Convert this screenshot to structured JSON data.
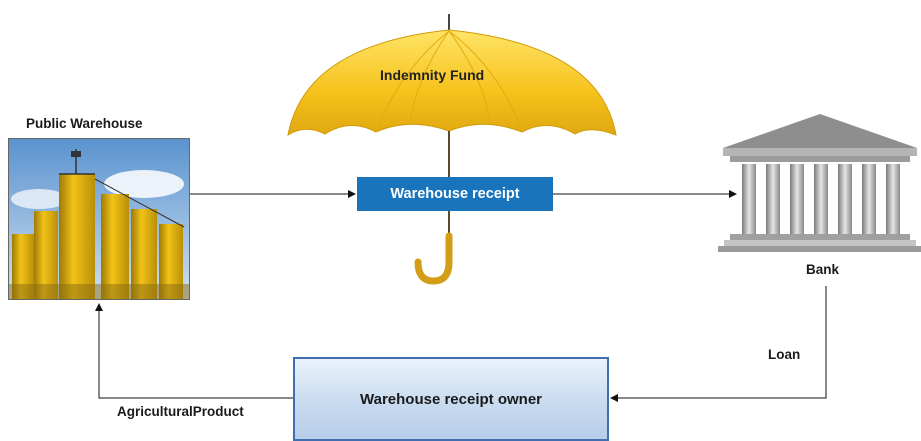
{
  "diagram": {
    "indemnity_fund": "Indemnity Fund",
    "public_warehouse": "Public Warehouse",
    "warehouse_receipt": "Warehouse receipt",
    "bank": "Bank",
    "loan": "Loan",
    "owner": "Warehouse receipt owner",
    "agricultural_product": "AgriculturalProduct"
  },
  "colors": {
    "umbrella": "#f5c21b",
    "receipt_box": "#1a74bb",
    "owner_border": "#3f6fb0",
    "silo": "#e8b511",
    "bank": "#9a9a9a"
  },
  "icons": [
    "umbrella-icon",
    "silo-photo",
    "bank-building-icon"
  ]
}
